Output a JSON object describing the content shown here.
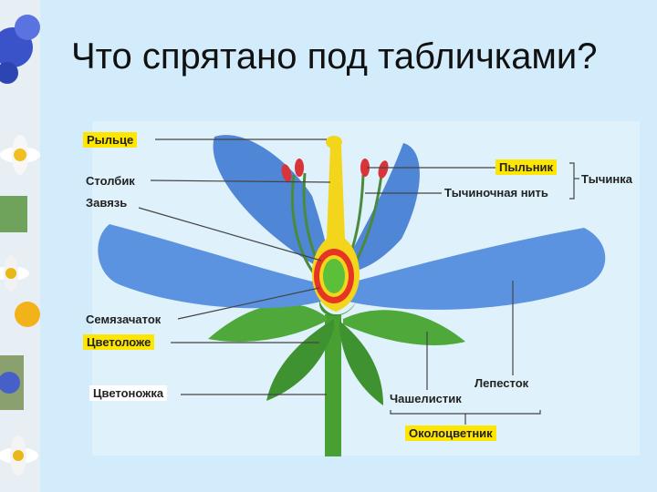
{
  "slide": {
    "title": "Что спрятано под табличками?"
  },
  "labels": {
    "stigma": "Рыльце",
    "style": "Столбик",
    "ovary": "Завязь",
    "ovule": "Семязачаток",
    "receptacle": "Цветоложе",
    "pedicel": "Цветоножка",
    "anther": "Пыльник",
    "filament": "Тычиночная нить",
    "stamen": "Тычинка",
    "petal": "Лепесток",
    "sepal": "Чашелистик",
    "perianth": "Околоцветник"
  },
  "colors": {
    "highlight": "#ffe600",
    "petal": "#5b93e0",
    "leaf": "#4fa83a",
    "stem": "#48a033",
    "pistil_outer": "#f3d51c",
    "pistil_inner": "#e63524",
    "anther": "#d8343a",
    "ovary_core": "#5cbf3a"
  }
}
